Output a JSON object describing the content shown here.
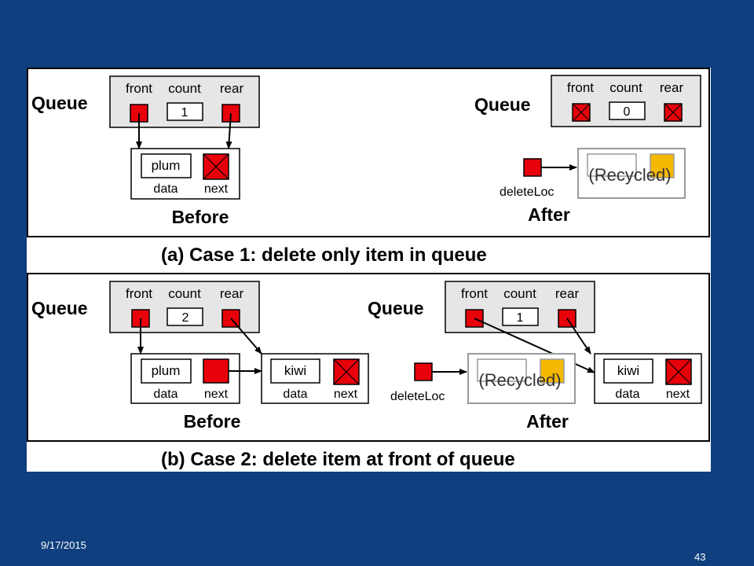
{
  "figure": {
    "case1": {
      "caption": "(a) Case 1: delete only item in queue",
      "before": {
        "queue_label": "Queue",
        "headers": {
          "front": "front",
          "count": "count",
          "rear": "rear"
        },
        "count_value": "1",
        "node": {
          "value": "plum",
          "data_label": "data",
          "next_label": "next"
        },
        "title": "Before"
      },
      "after": {
        "queue_label": "Queue",
        "headers": {
          "front": "front",
          "count": "count",
          "rear": "rear"
        },
        "count_value": "0",
        "delete_label": "deleteLoc",
        "recycled_label": "(Recycled)",
        "title": "After"
      }
    },
    "case2": {
      "caption": "(b) Case 2: delete item at front of queue",
      "before": {
        "queue_label": "Queue",
        "headers": {
          "front": "front",
          "count": "count",
          "rear": "rear"
        },
        "count_value": "2",
        "node1": {
          "value": "plum",
          "data_label": "data",
          "next_label": "next"
        },
        "node2": {
          "value": "kiwi",
          "data_label": "data",
          "next_label": "next"
        },
        "title": "Before"
      },
      "after": {
        "queue_label": "Queue",
        "headers": {
          "front": "front",
          "count": "count",
          "rear": "rear"
        },
        "count_value": "1",
        "delete_label": "deleteLoc",
        "recycled_label": "(Recycled)",
        "node": {
          "value": "kiwi",
          "data_label": "data",
          "next_label": "next"
        },
        "title": "After"
      }
    }
  },
  "footer": {
    "date": "9/17/2015",
    "page_number": "43"
  },
  "colors": {
    "background": "#0f3f7e",
    "pointer_red": "#e8000b",
    "recycled_yellow": "#f5b800",
    "queue_box": "#e6e6e6",
    "recycled_gray": "#9a9a9a"
  }
}
